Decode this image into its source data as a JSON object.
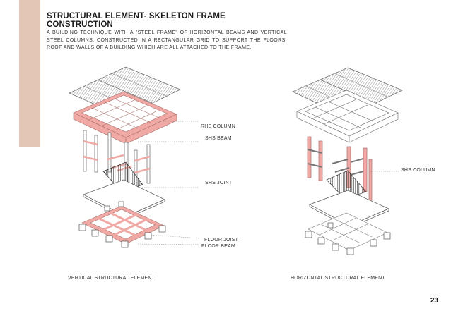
{
  "page": {
    "title": "STRUCTURAL ELEMENT-  SKELETON FRAME CONSTRUCTION",
    "description": "A BUILDING TECHNIQUE WITH A \"STEEL FRAME\" OF HORIZONTAL BEAMS AND VERTICAL STEEL COLUMNS, CONSTRUCTED IN A RECTANGULAR GRID TO SUPPORT THE FLOORS, ROOF AND WALLS OF A BUILDING WHICH ARE ALL ATTACHED TO THE FRAME.",
    "page_number": "23"
  },
  "labels": {
    "rhs_column": "RHS COLUMN",
    "shs_beam": "SHS BEAM",
    "shs_joint": "SHS JOINT",
    "floor_joist": "FLOOR JOIST",
    "floor_beam": "FLOOR BEAM",
    "shs_column": "SHS COLUMN"
  },
  "captions": {
    "left": "VERTICAL STRUCTURAL ELEMENT",
    "right": "HORIZONTAL  STRUCTURAL ELEMENT"
  },
  "colors": {
    "accent": "#e3c6b6",
    "highlight": "#f0a9a4",
    "line": "#555555"
  }
}
